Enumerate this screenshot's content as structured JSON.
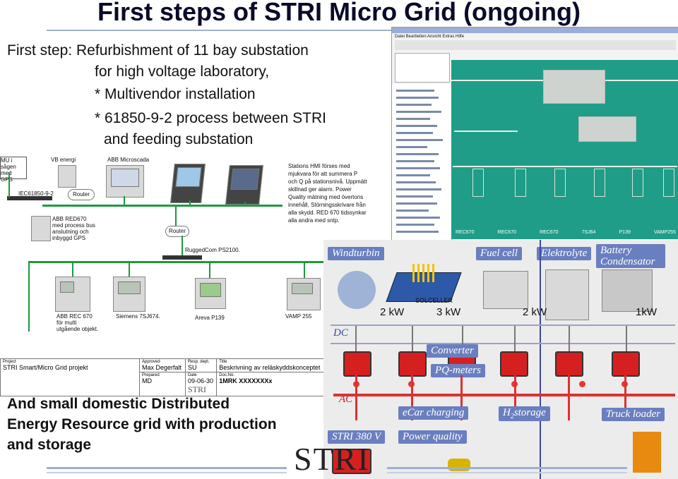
{
  "title": "First steps of STRI Micro Grid (ongoing)",
  "intro": {
    "line1": "First step: Refurbishment of 11 bay substation",
    "line2": "for high voltage laboratory,",
    "line3": "* Multivendor installation",
    "line4": "* 61850-9-2 process between STRI",
    "line5": "and feeding substation"
  },
  "network": {
    "mu_label": "MU i sågen med GPS",
    "vb_label": "VB energi",
    "abb_microscada": "ABB Microscada",
    "iec_label": "IEC61850-9-2",
    "router1": "Router",
    "router2": "Router",
    "ruggedcom": "RuggedCom PS2100.",
    "abb_red670": "ABB RED670 med process bus anslutning och inbyggd GPS",
    "hmi_note": "Stations HMI förses med mjukvara för att summera P och Q på stationsnivå. Uppmätt skillnad ger alarm. Power Quality mätning med övertons innehåll, Störningsskrivare från alla skydd. RED 670 tidssynkar alla andra med sntp.",
    "abb_rec670": "ABB REC 670 för multi utgående objekt.",
    "siemens": "Siemens 7SJ674.",
    "areva": "Areva P139",
    "vamp": "VAMP 255"
  },
  "title_block": {
    "project_hdr": "Project",
    "project": "STRI Smart/Micro Grid projekt",
    "approved_hdr": "Approved",
    "approved": "Max Degerfalt",
    "prepared_hdr": "Prepared",
    "prepared": "MD",
    "resp_hdr": "Resp. dept.",
    "resp": "SU",
    "date_hdr": "Date",
    "date": "09-06-30",
    "title_hdr": "Title",
    "title": "Beskrivning av reläskyddskonceptet",
    "docno_hdr": "Doc.No.",
    "docno": "1MRK XXXXXXXx",
    "logo": "STRI"
  },
  "scada": {
    "menu": "Datei  Bearbeiten  Ansicht  Extras  Hilfe",
    "bay_labels": [
      "REC670",
      "REC670",
      "REC670",
      "7SJ64",
      "P139",
      "VAMP255"
    ]
  },
  "microgrid": {
    "windturbin": "Windturbin",
    "fuel_cell": "Fuel cell",
    "elektrolyte": "Elektrolyte",
    "battery": "Battery Condensator",
    "solceller": "SOLCELLER",
    "kw1": "2 kW",
    "kw2": "3 kW",
    "kw3": "2 kW",
    "kw4": "1kW",
    "dc": "DC",
    "ac": "AC",
    "converter": "Converter",
    "pq_meters": "PQ-meters",
    "ecar": "eCar charging",
    "h2storage": "H",
    "h2sub": "2",
    "h2rest": "storage",
    "truck": "Truck loader",
    "stri380": "STRI 380 V",
    "power_quality": "Power quality",
    "colors": {
      "ac": "#e03030",
      "tag": "#6a7fbf",
      "inverter": "#d62020"
    }
  },
  "outro": {
    "line1": "And small domestic Distributed",
    "line2": "Energy Resource grid with production",
    "line3": "and storage"
  },
  "logo_text": "STRI"
}
